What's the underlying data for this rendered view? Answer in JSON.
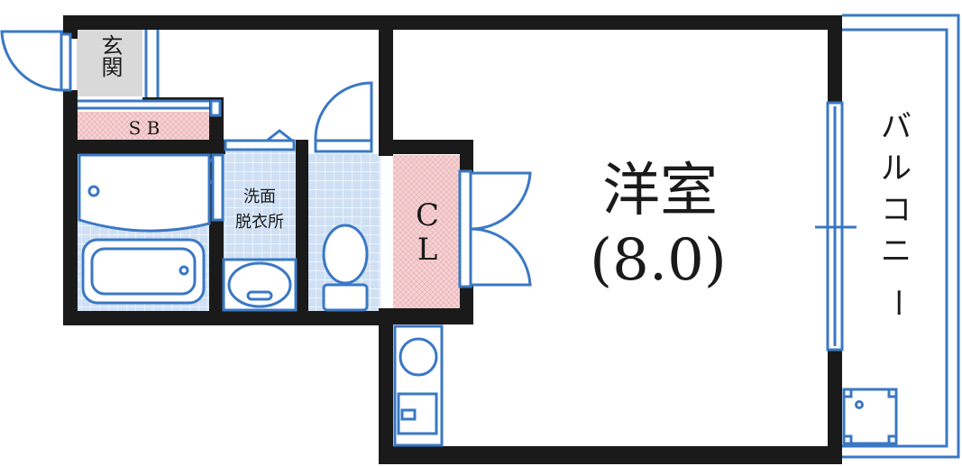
{
  "labels": {
    "entrance": "玄関",
    "shoe_box": "S B",
    "washroom_line1": "洗面",
    "washroom_line2": "脱衣所",
    "closet_c": "C",
    "closet_l": "L",
    "western_room": "洋室",
    "western_room_size": "(8.0)",
    "balcony": [
      "バ",
      "ル",
      "コ",
      "ニ",
      "ー"
    ]
  },
  "colors": {
    "wall": "#1a1a1a",
    "fixture": "#3a78c4",
    "tile_fill": "#cfe0f5",
    "entrance_fill": "#d9d9d9",
    "storage_fill": "#f6d2d4"
  }
}
